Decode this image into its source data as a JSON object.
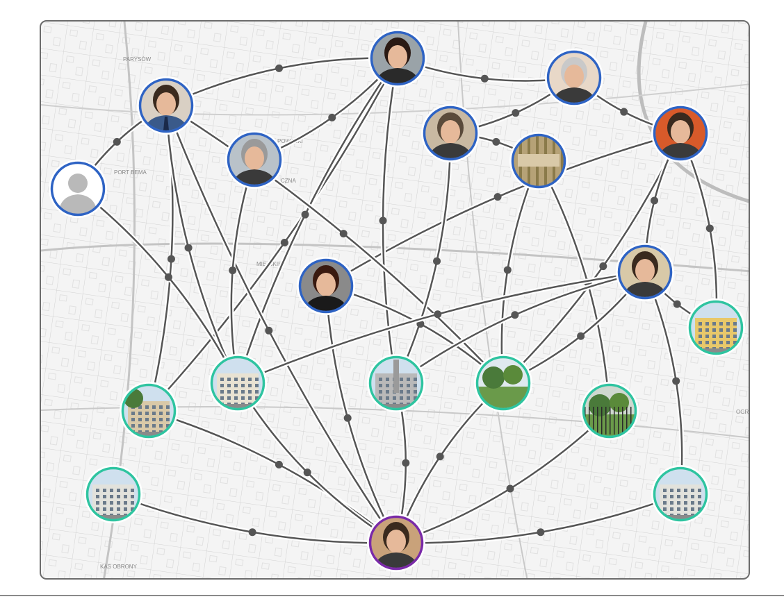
{
  "colors": {
    "person_ring": "#2e63c4",
    "place_ring": "#2ec4a0",
    "hub_ring": "#7a2aa8",
    "edge": "#555555",
    "edge_halo": "#ffffff",
    "map_background": "#f4f4f4",
    "map_streets": "#c9c9c9"
  },
  "map_labels": [
    "PARYSÓW",
    "POWĄZKI",
    "CZNA",
    "MIEJSKIE",
    "OGRÓD SASKI",
    "PORT BEMA",
    "KAS OBRONY"
  ],
  "nodes": [
    {
      "id": "p-top-woman",
      "kind": "person",
      "photo": "woman-dark-hair-photo"
    },
    {
      "id": "p-man-left-top",
      "kind": "person",
      "photo": "man-tie-photo"
    },
    {
      "id": "p-grey-man",
      "kind": "person",
      "photo": "grey-haired-man-photo"
    },
    {
      "id": "p-right-man",
      "kind": "person",
      "photo": "bald-man-photo"
    },
    {
      "id": "p-glasses-man",
      "kind": "person",
      "photo": "man-glasses-photo"
    },
    {
      "id": "aerial-place",
      "kind": "person",
      "photo": "aerial-city-photo"
    },
    {
      "id": "p-old-woman",
      "kind": "person",
      "photo": "older-woman-photo"
    },
    {
      "id": "p-anonymous",
      "kind": "person",
      "photo": "anonymous-silhouette"
    },
    {
      "id": "p-red-woman",
      "kind": "person",
      "photo": "woman-red-lips-photo"
    },
    {
      "id": "p-bearded-man",
      "kind": "person",
      "photo": "bearded-man-photo"
    },
    {
      "id": "pl-yellow-house",
      "kind": "place",
      "photo": "yellow-house-photo"
    },
    {
      "id": "pl-building-a",
      "kind": "place",
      "photo": "tenement-building-photo"
    },
    {
      "id": "pl-palace",
      "kind": "place",
      "photo": "city-panorama-photo"
    },
    {
      "id": "pl-park",
      "kind": "place",
      "photo": "park-photo"
    },
    {
      "id": "pl-school",
      "kind": "place",
      "photo": "school-building-photo"
    },
    {
      "id": "pl-fence",
      "kind": "place",
      "photo": "fence-trees-photo"
    },
    {
      "id": "pl-block-left",
      "kind": "place",
      "photo": "apartment-block-photo"
    },
    {
      "id": "pl-block-right",
      "kind": "place",
      "photo": "apartment-block-photo"
    },
    {
      "id": "hub",
      "kind": "hub",
      "photo": "smiling-man-photo"
    }
  ],
  "edges": [
    [
      "p-man-left-top",
      "p-top-woman"
    ],
    [
      "p-top-woman",
      "p-grey-man"
    ],
    [
      "p-grey-man",
      "p-glasses-man"
    ],
    [
      "p-grey-man",
      "p-right-man"
    ],
    [
      "p-glasses-man",
      "aerial-place"
    ],
    [
      "p-right-man",
      "p-red-woman"
    ],
    [
      "p-right-man",
      "pl-park"
    ],
    [
      "p-right-man",
      "p-bearded-man"
    ],
    [
      "p-right-man",
      "pl-yellow-house"
    ],
    [
      "p-man-left-top",
      "p-anonymous"
    ],
    [
      "p-top-woman",
      "p-old-woman"
    ],
    [
      "p-top-woman",
      "pl-palace"
    ],
    [
      "p-top-woman",
      "pl-school"
    ],
    [
      "p-top-woman",
      "pl-building-a"
    ],
    [
      "p-man-left-top",
      "pl-school"
    ],
    [
      "p-man-left-top",
      "pl-building-a"
    ],
    [
      "p-man-left-top",
      "pl-park"
    ],
    [
      "p-man-left-top",
      "hub"
    ],
    [
      "p-anonymous",
      "pl-building-a"
    ],
    [
      "p-old-woman",
      "pl-building-a"
    ],
    [
      "p-glasses-man",
      "pl-palace"
    ],
    [
      "aerial-place",
      "pl-park"
    ],
    [
      "aerial-place",
      "pl-fence"
    ],
    [
      "p-red-woman",
      "hub"
    ],
    [
      "p-red-woman",
      "pl-park"
    ],
    [
      "p-bearded-man",
      "pl-building-a"
    ],
    [
      "p-bearded-man",
      "pl-park"
    ],
    [
      "p-bearded-man",
      "pl-yellow-house"
    ],
    [
      "p-bearded-man",
      "pl-block-right"
    ],
    [
      "p-bearded-man",
      "pl-palace"
    ],
    [
      "pl-school",
      "hub"
    ],
    [
      "pl-building-a",
      "hub"
    ],
    [
      "pl-palace",
      "hub"
    ],
    [
      "pl-park",
      "hub"
    ],
    [
      "pl-fence",
      "hub"
    ],
    [
      "pl-block-left",
      "hub"
    ],
    [
      "pl-block-right",
      "hub"
    ]
  ]
}
